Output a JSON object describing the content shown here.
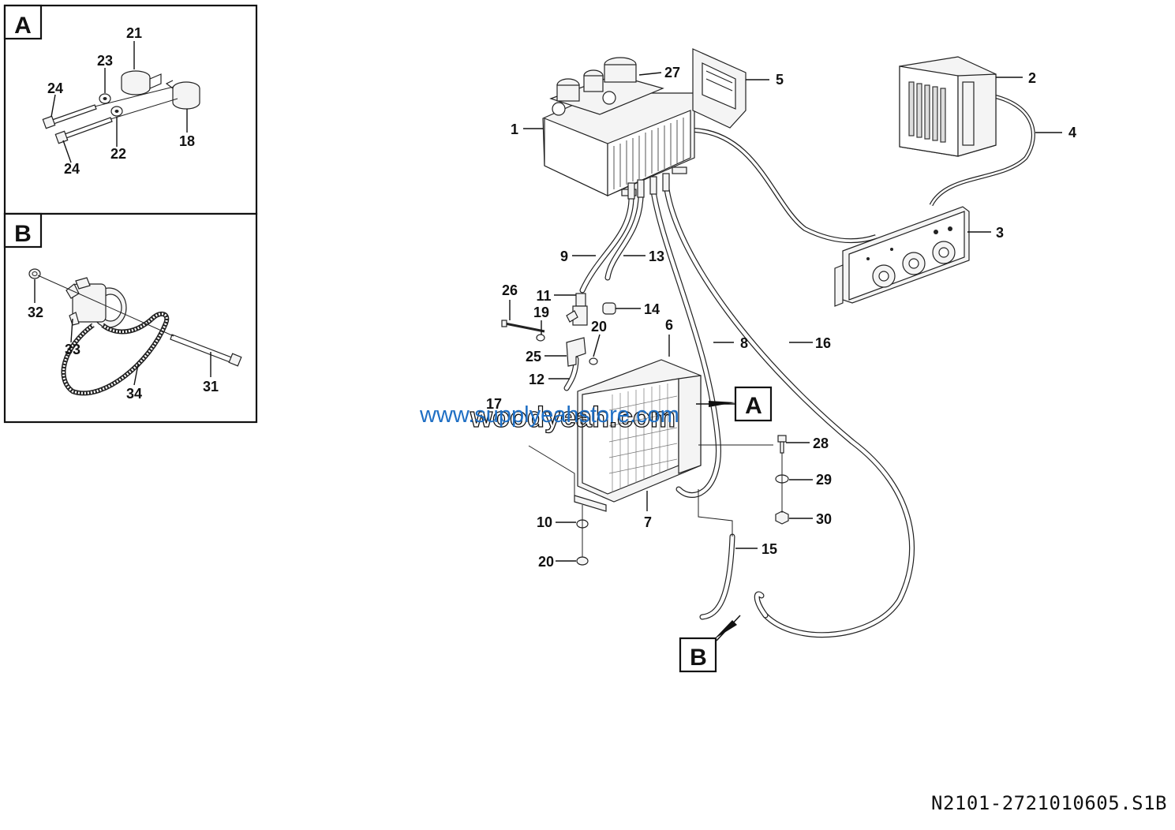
{
  "panels": {
    "A": {
      "label": "A",
      "callouts": [
        "21",
        "23",
        "24",
        "22",
        "18",
        "24"
      ]
    },
    "B": {
      "label": "B",
      "callouts": [
        "32",
        "33",
        "34",
        "31"
      ]
    }
  },
  "main_callouts": [
    "27",
    "5",
    "2",
    "1",
    "4",
    "3",
    "9",
    "13",
    "26",
    "11",
    "14",
    "19",
    "20",
    "6",
    "8",
    "16",
    "25",
    "12",
    "17",
    "28",
    "29",
    "30",
    "10",
    "7",
    "20",
    "15"
  ],
  "detail_refs": {
    "A": "A",
    "B": "B"
  },
  "watermark": {
    "text_black": "woodyeah.com",
    "text_blue": "www.supplyeahstore.com",
    "color_blue": "#1f6fc4"
  },
  "drawing_code": "N2101-2721010605.S1B"
}
